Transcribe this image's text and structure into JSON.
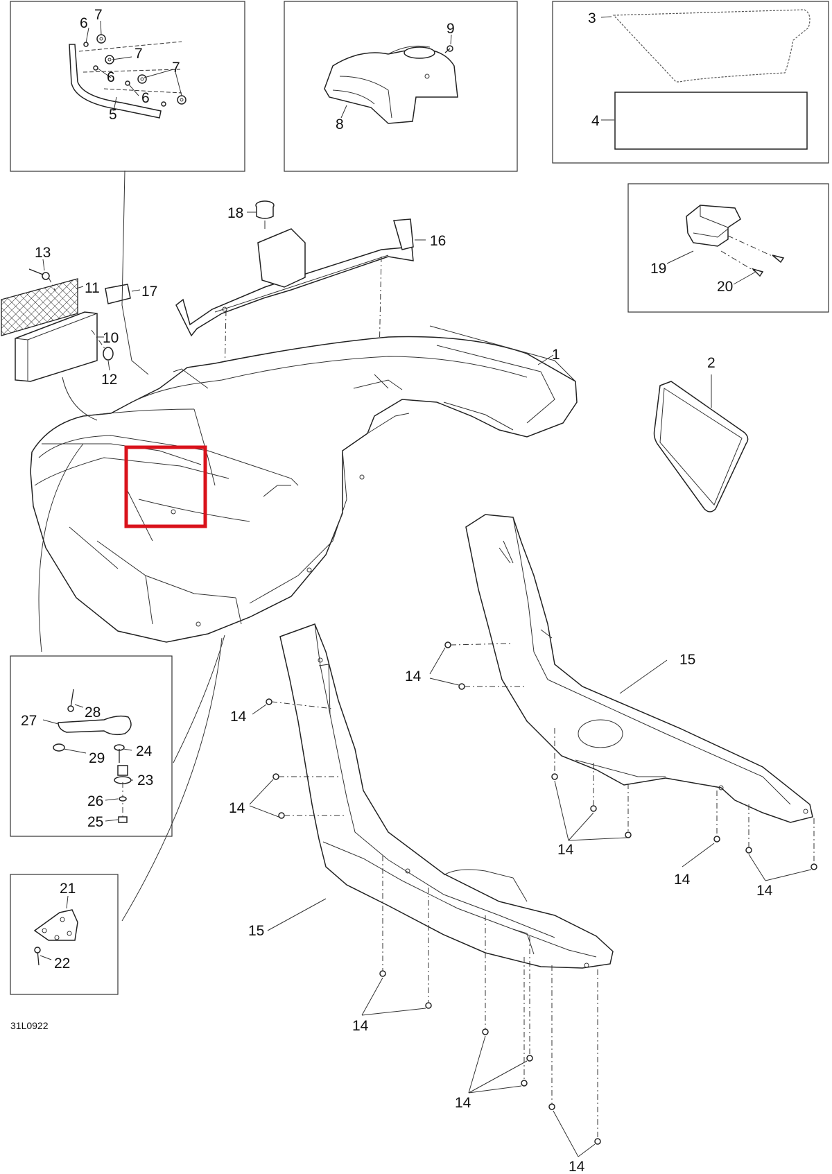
{
  "diagram": {
    "drawing_code": "31L0922",
    "highlight_color": "#d9121b",
    "callouts": {
      "c1": "1",
      "c2": "2",
      "c3": "3",
      "c4": "4",
      "c5": "5",
      "c6": "6",
      "c7": "7",
      "c8": "8",
      "c9": "9",
      "c10": "10",
      "c11": "11",
      "c12": "12",
      "c13": "13",
      "c14": "14",
      "c15": "15",
      "c16": "16",
      "c17": "17",
      "c18": "18",
      "c19": "19",
      "c20": "20",
      "c21": "21",
      "c22": "22",
      "c23": "23",
      "c24": "24",
      "c25": "25",
      "c26": "26",
      "c27": "27",
      "c28": "28",
      "c29": "29"
    }
  }
}
